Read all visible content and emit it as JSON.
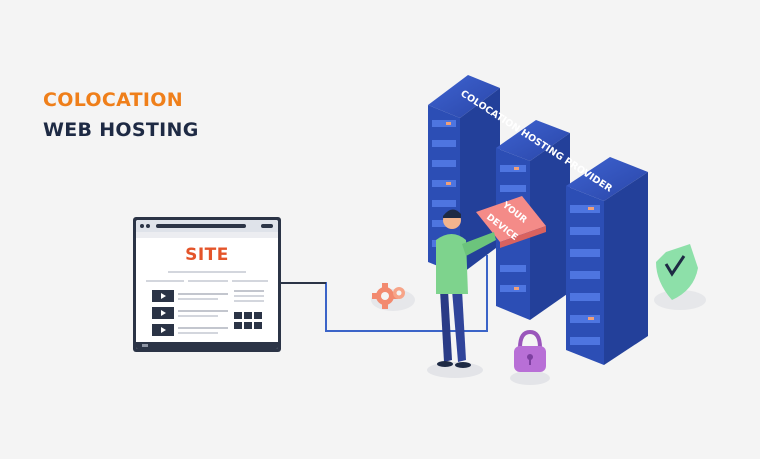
{
  "headline": {
    "line1": "COLOCATION",
    "line2": "WEB HOSTING"
  },
  "browser": {
    "site_title": "SITE"
  },
  "server": {
    "provider_label": "COLOCATION HOSTING PROVIDER",
    "device_label_line1": "YOUR",
    "device_label_line2": "DEVICE"
  },
  "icons": [
    "gear-icon",
    "padlock-icon",
    "shield-check-icon",
    "play-icon"
  ],
  "colors": {
    "accent_orange": "#ef7f1a",
    "navy": "#1e2a44",
    "server_blue": "#2c4eb5",
    "site_red": "#e4542a",
    "connector_blue": "#3b64c8",
    "shirt_green": "#7ed38d",
    "lock_purple": "#b86fd6",
    "shield_green": "#8de0a9",
    "device_pink": "#f48b88"
  }
}
